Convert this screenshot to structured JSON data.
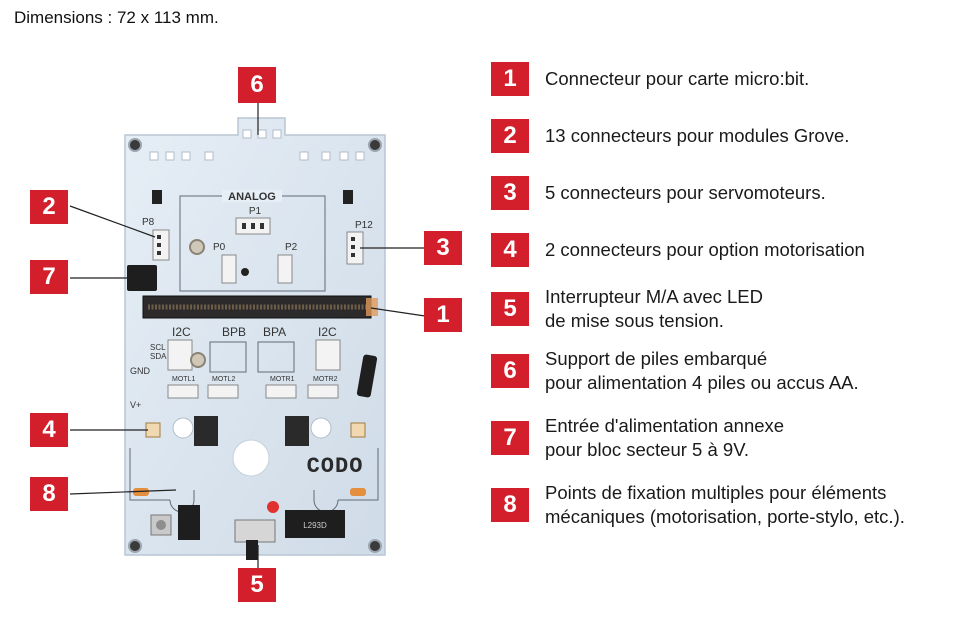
{
  "dimensions_text": "Dimensions : 72 x 113 mm.",
  "board": {
    "logo": "CODO",
    "labels": {
      "analog": "ANALOG",
      "p8": "P8",
      "p1": "P1",
      "p0": "P0",
      "p2": "P2",
      "p12": "P12",
      "i2c_left": "I2C",
      "i2c_right": "I2C",
      "bpb": "BPB",
      "bpa": "BPA",
      "scl": "SCL",
      "sda": "SDA",
      "gnd": "GND",
      "vplus": "V+",
      "motl1": "MOTL1",
      "motl2": "MOTL2",
      "motr1": "MOTR1",
      "motr2": "MOTR2",
      "chip": "L293D"
    }
  },
  "callouts": {
    "c6": "6",
    "c2": "2",
    "c7": "7",
    "c4": "4",
    "c8": "8",
    "c3": "3",
    "c1": "1",
    "c5": "5"
  },
  "legend": [
    {
      "num": "1",
      "lines": [
        "Connecteur pour carte micro:bit."
      ]
    },
    {
      "num": "2",
      "lines": [
        "13 connecteurs pour modules Grove."
      ]
    },
    {
      "num": "3",
      "lines": [
        "5 connecteurs pour servomoteurs."
      ]
    },
    {
      "num": "4",
      "lines": [
        "2 connecteurs pour option motorisation"
      ]
    },
    {
      "num": "5",
      "lines": [
        "Interrupteur M/A avec LED",
        "de mise sous tension."
      ]
    },
    {
      "num": "6",
      "lines": [
        "Support de piles embarqué",
        "pour alimentation 4 piles ou accus AA."
      ]
    },
    {
      "num": "7",
      "lines": [
        "Entrée d'alimentation annexe",
        "pour bloc secteur 5 à 9V."
      ]
    },
    {
      "num": "8",
      "lines": [
        "Points de fixation multiples pour éléments",
        "mécaniques (motorisation, porte-stylo, etc.)."
      ]
    }
  ]
}
